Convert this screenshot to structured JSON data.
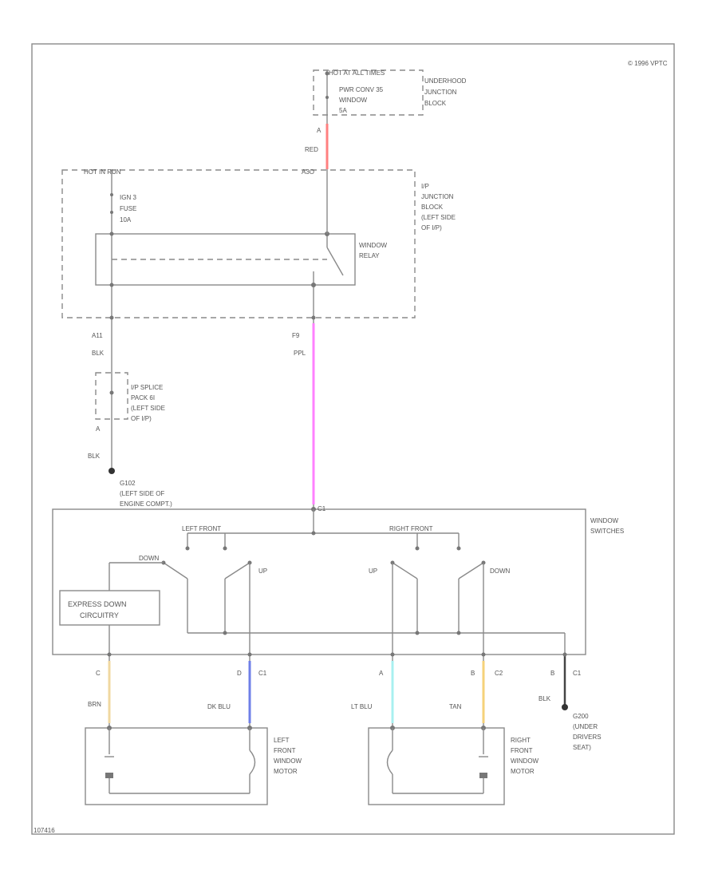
{
  "copyright": "© 1996 VPTC",
  "figure_id": "107416",
  "components": {
    "underhood": {
      "header": "HOT AT ALL TIMES",
      "fuse_lines": [
        "PWR CONV 35",
        "WINDOW",
        "5A"
      ],
      "location": [
        "UNDERHOOD",
        "JUNCTION",
        "BLOCK"
      ]
    },
    "ip_block": {
      "header": "HOT IN RUN",
      "fuse_lines": [
        "IGN 3",
        "FUSE",
        "10A"
      ],
      "location": [
        "I/P",
        "JUNCTION",
        "BLOCK",
        "(LEFT SIDE",
        "OF I/P)"
      ],
      "relay_label": [
        "WINDOW",
        "RELAY"
      ],
      "top_connector": "A3O"
    },
    "splice": {
      "label": [
        "I/P SPLICE",
        "PACK 6I",
        "(LEFT SIDE",
        "OF I/P)"
      ]
    },
    "ground_g102": {
      "label": [
        "G102",
        "(LEFT SIDE OF",
        "ENGINE COMPT.)"
      ]
    },
    "ground_g200": {
      "label": [
        "G200",
        "(UNDER",
        "DRIVERS",
        "SEAT)"
      ]
    },
    "switches": {
      "label": [
        "WINDOW",
        "SWITCHES"
      ],
      "connector": "C1",
      "left_group": "LEFT FRONT",
      "right_group": "RIGHT FRONT",
      "down_left": "DOWN",
      "up_left": "UP",
      "up_right": "UP",
      "down_right": "DOWN",
      "express_down": [
        "EXPRESS DOWN",
        "CIRCUITRY"
      ]
    },
    "left_motor": {
      "label": [
        "LEFT",
        "FRONT",
        "WINDOW",
        "MOTOR"
      ]
    },
    "right_motor": {
      "label": [
        "RIGHT",
        "FRONT",
        "WINDOW",
        "MOTOR"
      ]
    }
  },
  "wires": {
    "red": {
      "pin": "A",
      "label": "RED",
      "color": "#ff8080"
    },
    "ppl": {
      "pin": "F9",
      "label": "PPL",
      "color": "#ff80ff"
    },
    "blk_ground": {
      "pin_top": "A11",
      "label_top": "BLK",
      "pin_bottom": "A",
      "label_bottom": "BLK"
    },
    "brn": {
      "pin": "C",
      "label": "BRN",
      "color": "#f0d8a0"
    },
    "dk_blu": {
      "pin": "D",
      "connector": "C1",
      "label": "DK BLU",
      "color": "#6f7fe8"
    },
    "lt_blu": {
      "pin": "A",
      "label": "LT BLU",
      "color": "#a8f0f0"
    },
    "tan": {
      "pin": "B",
      "connector": "C2",
      "label": "TAN",
      "color": "#f5d27a"
    },
    "blk_right": {
      "pin": "B",
      "connector": "C1",
      "label": "BLK"
    }
  }
}
